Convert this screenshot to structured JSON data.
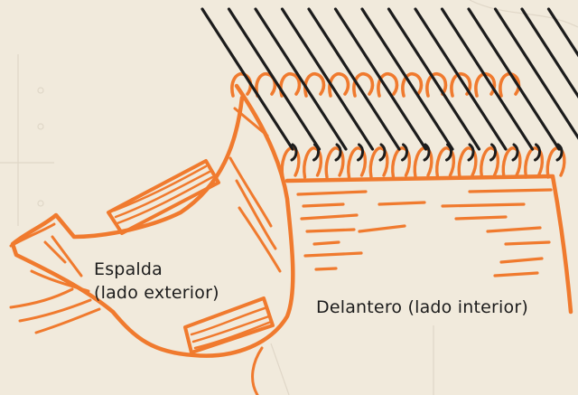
{
  "labels": {
    "back_line1": "Espalda",
    "back_line2": "(lado exterior)",
    "front": "Delantero (lado interior)"
  },
  "colors": {
    "paper": "#f1eadc",
    "yarn": "#f07a2e",
    "needle": "#1c1c1c",
    "text": "#1c1c1c"
  },
  "needle_count": 14
}
